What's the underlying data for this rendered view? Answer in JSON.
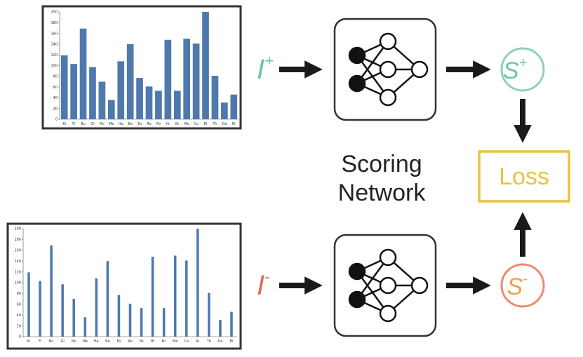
{
  "center_label": {
    "line1": "Scoring",
    "line2": "Network"
  },
  "loss_label": "Loss",
  "positive": {
    "input_label": "I",
    "input_sup": "+",
    "score_label": "S",
    "score_sup": "+"
  },
  "negative": {
    "input_label": "I",
    "input_sup": "-",
    "score_label": "S",
    "score_sup": "-"
  },
  "colors": {
    "positive": "#6dc5a3",
    "negative": "#e4685a",
    "negative_score_text": "#f0a04b",
    "loss": "#e8c440",
    "bar": "#4f78ad",
    "arrow": "#1a1a1a"
  },
  "chart_data": [
    {
      "type": "bar",
      "bar_style": "wide",
      "categories": [
        "Ki",
        "Fi",
        "Bu",
        "Gl",
        "Mc",
        "Me",
        "Ha",
        "Ba",
        "Es",
        "Ro",
        "Po",
        "Hr",
        "Br",
        "Mo",
        "Co",
        "Ri",
        "Th",
        "Da",
        "Bl"
      ],
      "values": [
        119,
        103,
        169,
        97,
        70,
        36,
        108,
        140,
        77,
        61,
        53,
        148,
        53,
        150,
        141,
        200,
        81,
        31,
        46
      ],
      "ylim": [
        0,
        200
      ],
      "yticks": [
        0,
        20,
        40,
        60,
        80,
        100,
        120,
        140,
        160,
        180,
        200
      ],
      "grid": false
    },
    {
      "type": "bar",
      "bar_style": "thin",
      "categories": [
        "Ki",
        "Fi",
        "Bu",
        "Gl",
        "Mc",
        "Me",
        "Ha",
        "Ba",
        "Es",
        "Ro",
        "Po",
        "Hr",
        "Br",
        "Mo",
        "Co",
        "Ri",
        "Th",
        "Da",
        "Bl"
      ],
      "values": [
        119,
        103,
        169,
        97,
        70,
        36,
        108,
        140,
        77,
        61,
        53,
        148,
        53,
        150,
        141,
        200,
        81,
        31,
        46
      ],
      "ylim": [
        0,
        200
      ],
      "yticks": [
        0,
        20,
        40,
        60,
        80,
        100,
        120,
        140,
        160,
        180,
        200
      ],
      "grid": false
    }
  ]
}
